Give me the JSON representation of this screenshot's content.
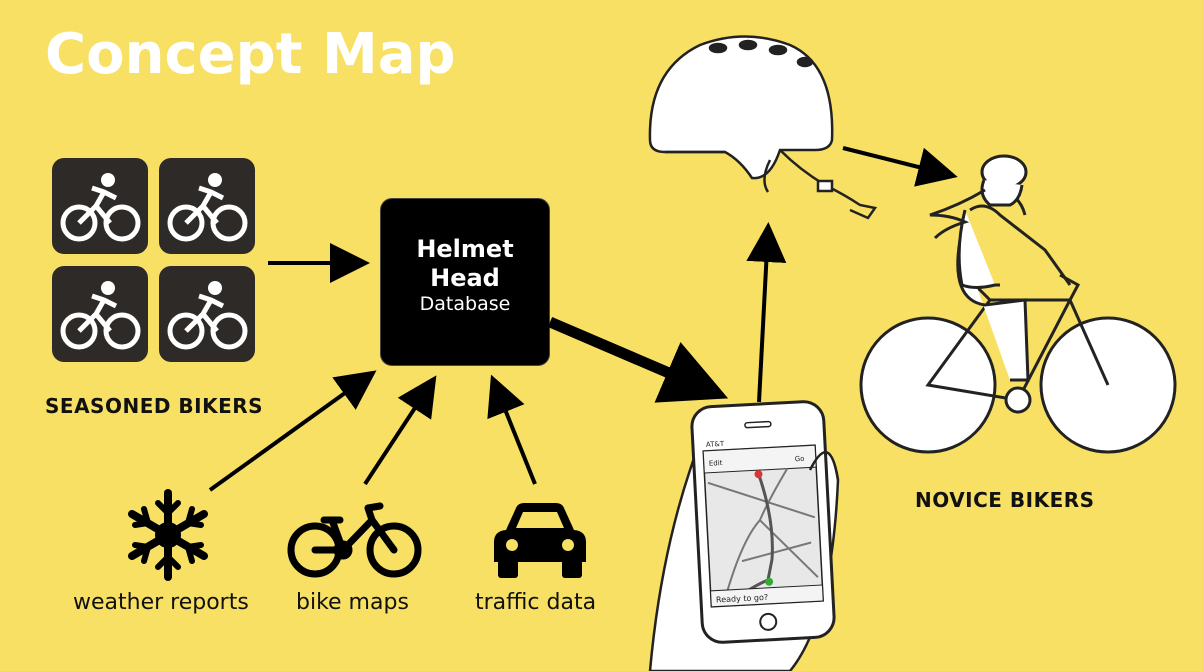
{
  "title": "Concept Map",
  "database": {
    "line1": "Helmet",
    "line2": "Head",
    "line3": "Database"
  },
  "groups": {
    "seasoned": "SEASONED BIKERS",
    "novice": "NOVICE BIKERS"
  },
  "sources": {
    "weather": "weather reports",
    "maps": "bike maps",
    "traffic": "traffic data"
  },
  "phone": {
    "status_left": "AT&T",
    "button_edit": "Edit",
    "button_go": "Go",
    "prompt": "Ready to go?"
  },
  "colors": {
    "background": "#f7e063",
    "tile": "#2d2a28",
    "title": "#ffffff",
    "ink": "#000000"
  },
  "icons": {
    "tiles": "cyclist-icon",
    "weather": "snowflake-icon",
    "maps": "bicycle-icon",
    "traffic": "car-icon"
  }
}
